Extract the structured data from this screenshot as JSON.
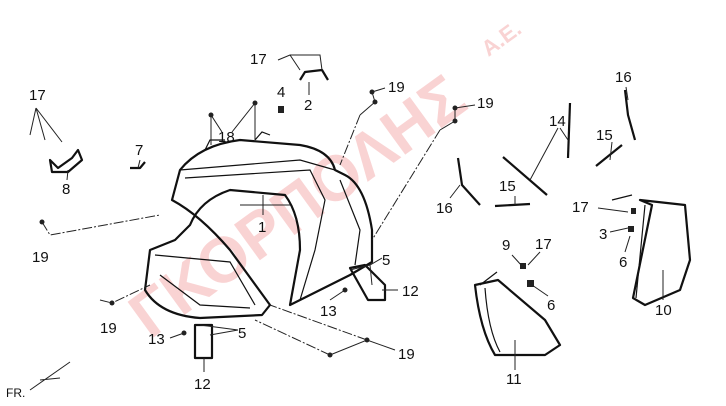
{
  "watermark": {
    "main": "ΓΚΟΡΠΟΛΗΣ",
    "suffix": "Α.Ε."
  },
  "direction_label": "FR.",
  "callouts": [
    {
      "id": "c17a",
      "text": "17"
    },
    {
      "id": "c2",
      "text": "2"
    },
    {
      "id": "c4",
      "text": "4"
    },
    {
      "id": "c19a",
      "text": "19"
    },
    {
      "id": "c17b",
      "text": "17"
    },
    {
      "id": "c18",
      "text": "18"
    },
    {
      "id": "c7",
      "text": "7"
    },
    {
      "id": "c8",
      "text": "8"
    },
    {
      "id": "c1",
      "text": "1"
    },
    {
      "id": "c19b",
      "text": "19"
    },
    {
      "id": "c19c",
      "text": "19"
    },
    {
      "id": "c14",
      "text": "14"
    },
    {
      "id": "c16a",
      "text": "16"
    },
    {
      "id": "c15a",
      "text": "15"
    },
    {
      "id": "c16b",
      "text": "16"
    },
    {
      "id": "c15b",
      "text": "15"
    },
    {
      "id": "c17c",
      "text": "17"
    },
    {
      "id": "c3",
      "text": "3"
    },
    {
      "id": "c6a",
      "text": "6"
    },
    {
      "id": "c9",
      "text": "9"
    },
    {
      "id": "c17d",
      "text": "17"
    },
    {
      "id": "c6b",
      "text": "6"
    },
    {
      "id": "c5a",
      "text": "5"
    },
    {
      "id": "c12a",
      "text": "12"
    },
    {
      "id": "c13a",
      "text": "13"
    },
    {
      "id": "c19d",
      "text": "19"
    },
    {
      "id": "c13b",
      "text": "13"
    },
    {
      "id": "c5b",
      "text": "5"
    },
    {
      "id": "c12b",
      "text": "12"
    },
    {
      "id": "c19e",
      "text": "19"
    },
    {
      "id": "c10",
      "text": "10"
    },
    {
      "id": "c11",
      "text": "11"
    }
  ]
}
